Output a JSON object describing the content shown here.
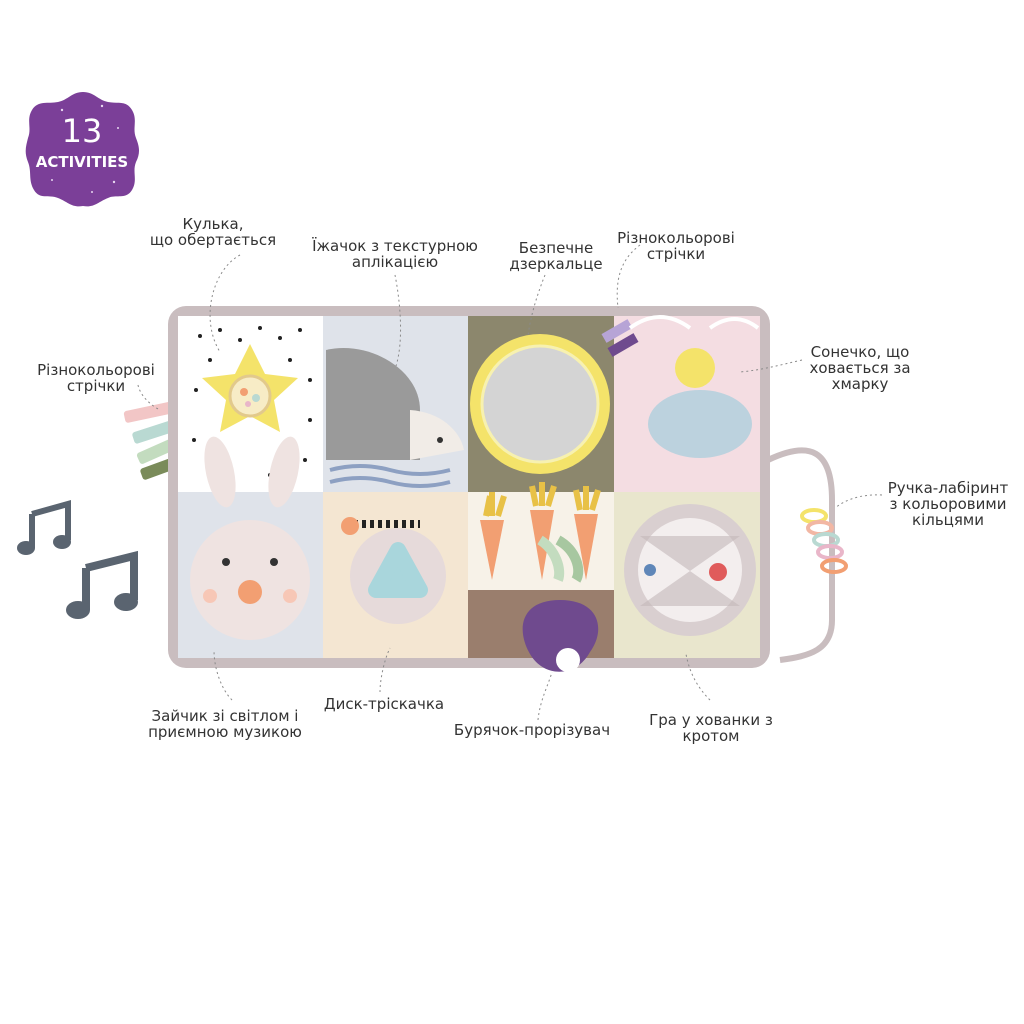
{
  "badge": {
    "number": "13",
    "text": "ACTIVITIES",
    "color": "#7b3f98"
  },
  "labels": {
    "ball": [
      "Кулька,",
      "що обертається"
    ],
    "hedgehog": [
      "Їжачок з текстурною",
      "аплікацією"
    ],
    "mirror": [
      "Безпечне",
      "дзеркальце"
    ],
    "ribbons_right": [
      "Різнокольорові",
      "стрічки"
    ],
    "ribbons_left": [
      "Різнокольорові",
      "стрічки"
    ],
    "sun": [
      "Сонечко, що",
      "ховається за",
      "хмарку"
    ],
    "maze": [
      "Ручка-лабіринт",
      "з кольоровими",
      "кільцями"
    ],
    "bunny": [
      "Зайчик зі світлом  і",
      "приємною музикою"
    ],
    "disc": [
      "Диск-тріскачка"
    ],
    "beet": [
      "Бурячок-прорізувач"
    ],
    "mole": [
      "Гра у хованки з",
      "кротом"
    ]
  },
  "colors": {
    "mat_border": "#c9bdbf",
    "mat_bg": "#f3eeee",
    "accent_yellow": "#f4e36a",
    "note_color": "#5a6470"
  }
}
